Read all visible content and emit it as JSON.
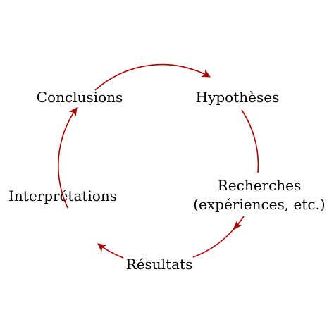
{
  "diagram": {
    "arrow_color": "#aa0000",
    "text_color": "#000000",
    "nodes": [
      {
        "label": "Hypothèses"
      },
      {
        "label_line1": "Recherches",
        "label_line2": "(expériences, etc.)"
      },
      {
        "label": "Résultats"
      },
      {
        "label": "Interprétations"
      },
      {
        "label": "Conclusions"
      }
    ]
  }
}
